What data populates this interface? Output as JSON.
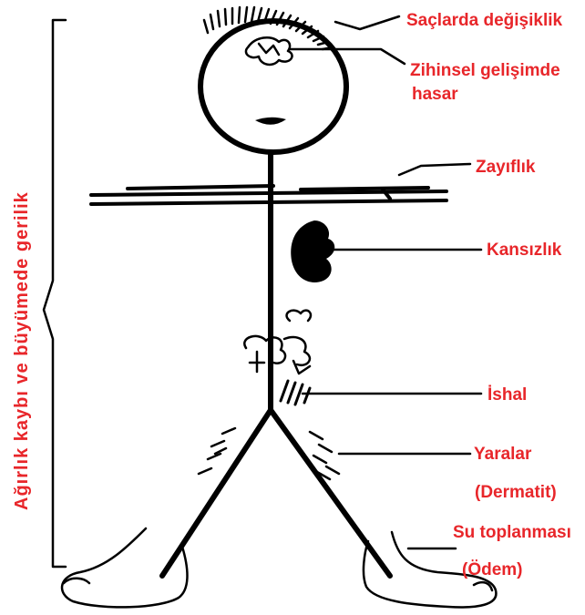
{
  "figure": {
    "side_label": "Ağırlık kaybı ve büyümede gerilik",
    "labels": {
      "hair": "Saçlarda değişiklik",
      "mental_1": "Zihinsel gelişimde",
      "mental_2": "hasar",
      "weakness": "Zayıflık",
      "anemia": "Kansızlık",
      "diarrhea": "İshal",
      "wounds_1": "Yaralar",
      "wounds_2": "(Dermatit)",
      "edema_1": "Su toplanması",
      "edema_2": "(Ödem)"
    },
    "colors": {
      "label": "#e8262a",
      "ink": "#000000",
      "background": "#ffffff"
    }
  }
}
